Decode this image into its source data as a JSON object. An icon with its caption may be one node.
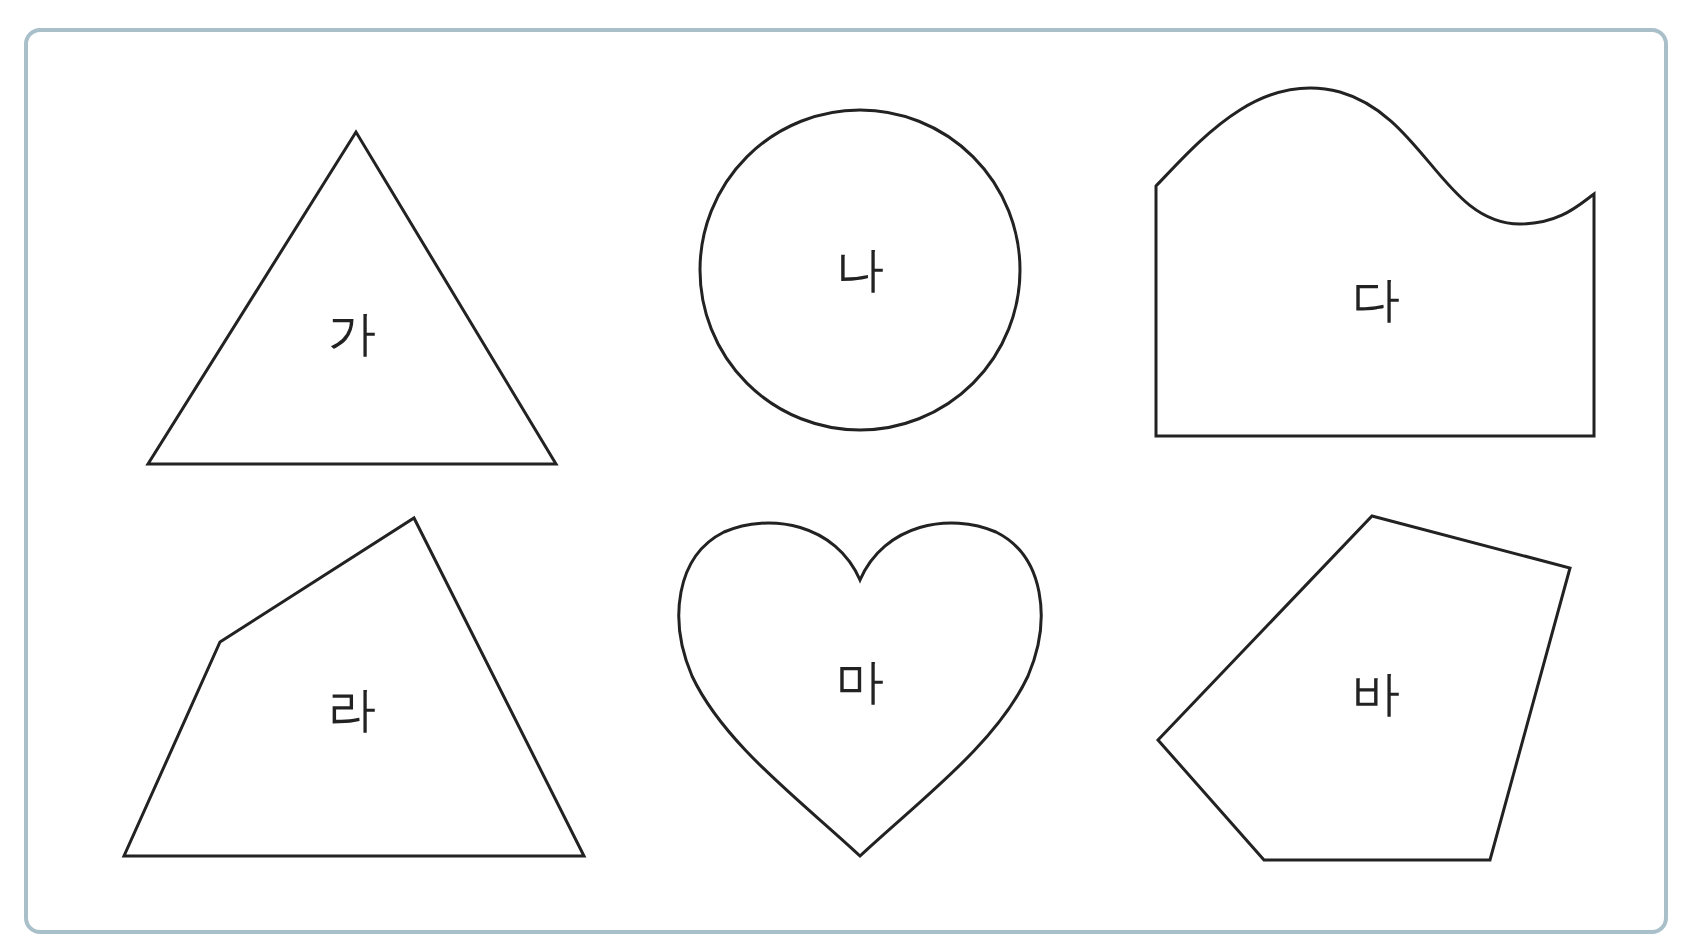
{
  "diagram": {
    "nodes": [
      {
        "text": [
          "가"
        ]
      },
      {
        "text": [
          "나"
        ]
      },
      {
        "text": [
          "다"
        ]
      },
      {
        "text": [
          "라"
        ]
      },
      {
        "text": [
          "마"
        ]
      },
      {
        "text": [
          "바"
        ]
      }
    ]
  }
}
